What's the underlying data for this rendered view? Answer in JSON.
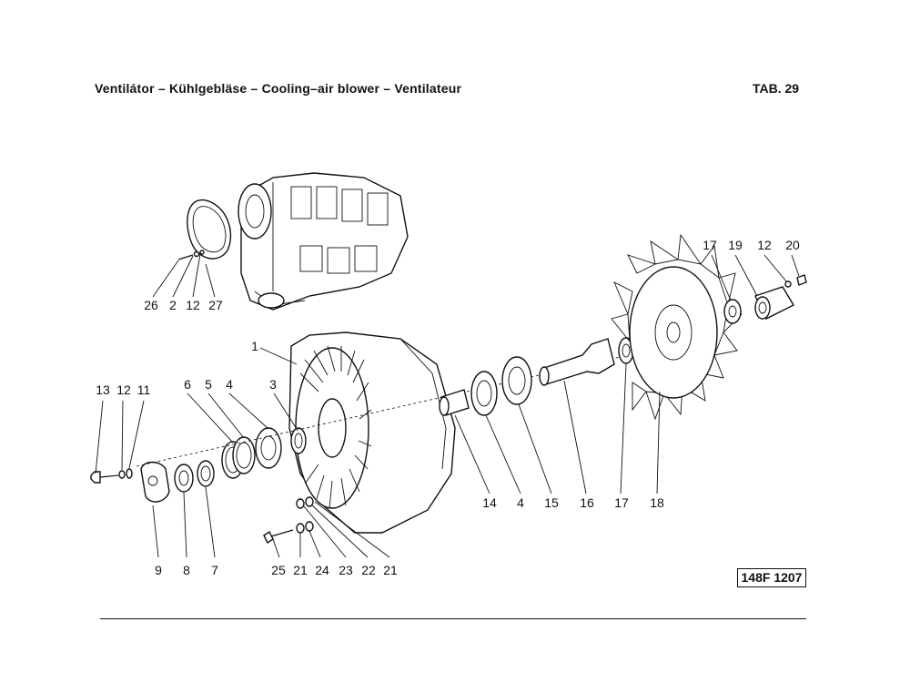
{
  "header": {
    "title": "Ventilátor – Kühlgebläse – Cooling–air blower – Ventilateur",
    "tab": "TAB. 29"
  },
  "reference_code": "148F 1207",
  "callouts": {
    "c26": "26",
    "c2": "2",
    "c12a": "12",
    "c27": "27",
    "c1": "1",
    "c13": "13",
    "c12b": "12",
    "c11": "11",
    "c6": "6",
    "c5": "5",
    "c4a": "4",
    "c3": "3",
    "c9": "9",
    "c8": "8",
    "c7": "7",
    "c25": "25",
    "c21a": "21",
    "c24": "24",
    "c23": "23",
    "c22": "22",
    "c21b": "21",
    "c14": "14",
    "c4b": "4",
    "c15": "15",
    "c16": "16",
    "c17a": "17",
    "c18": "18",
    "c17b": "17",
    "c19": "19",
    "c12c": "12",
    "c20": "20"
  }
}
